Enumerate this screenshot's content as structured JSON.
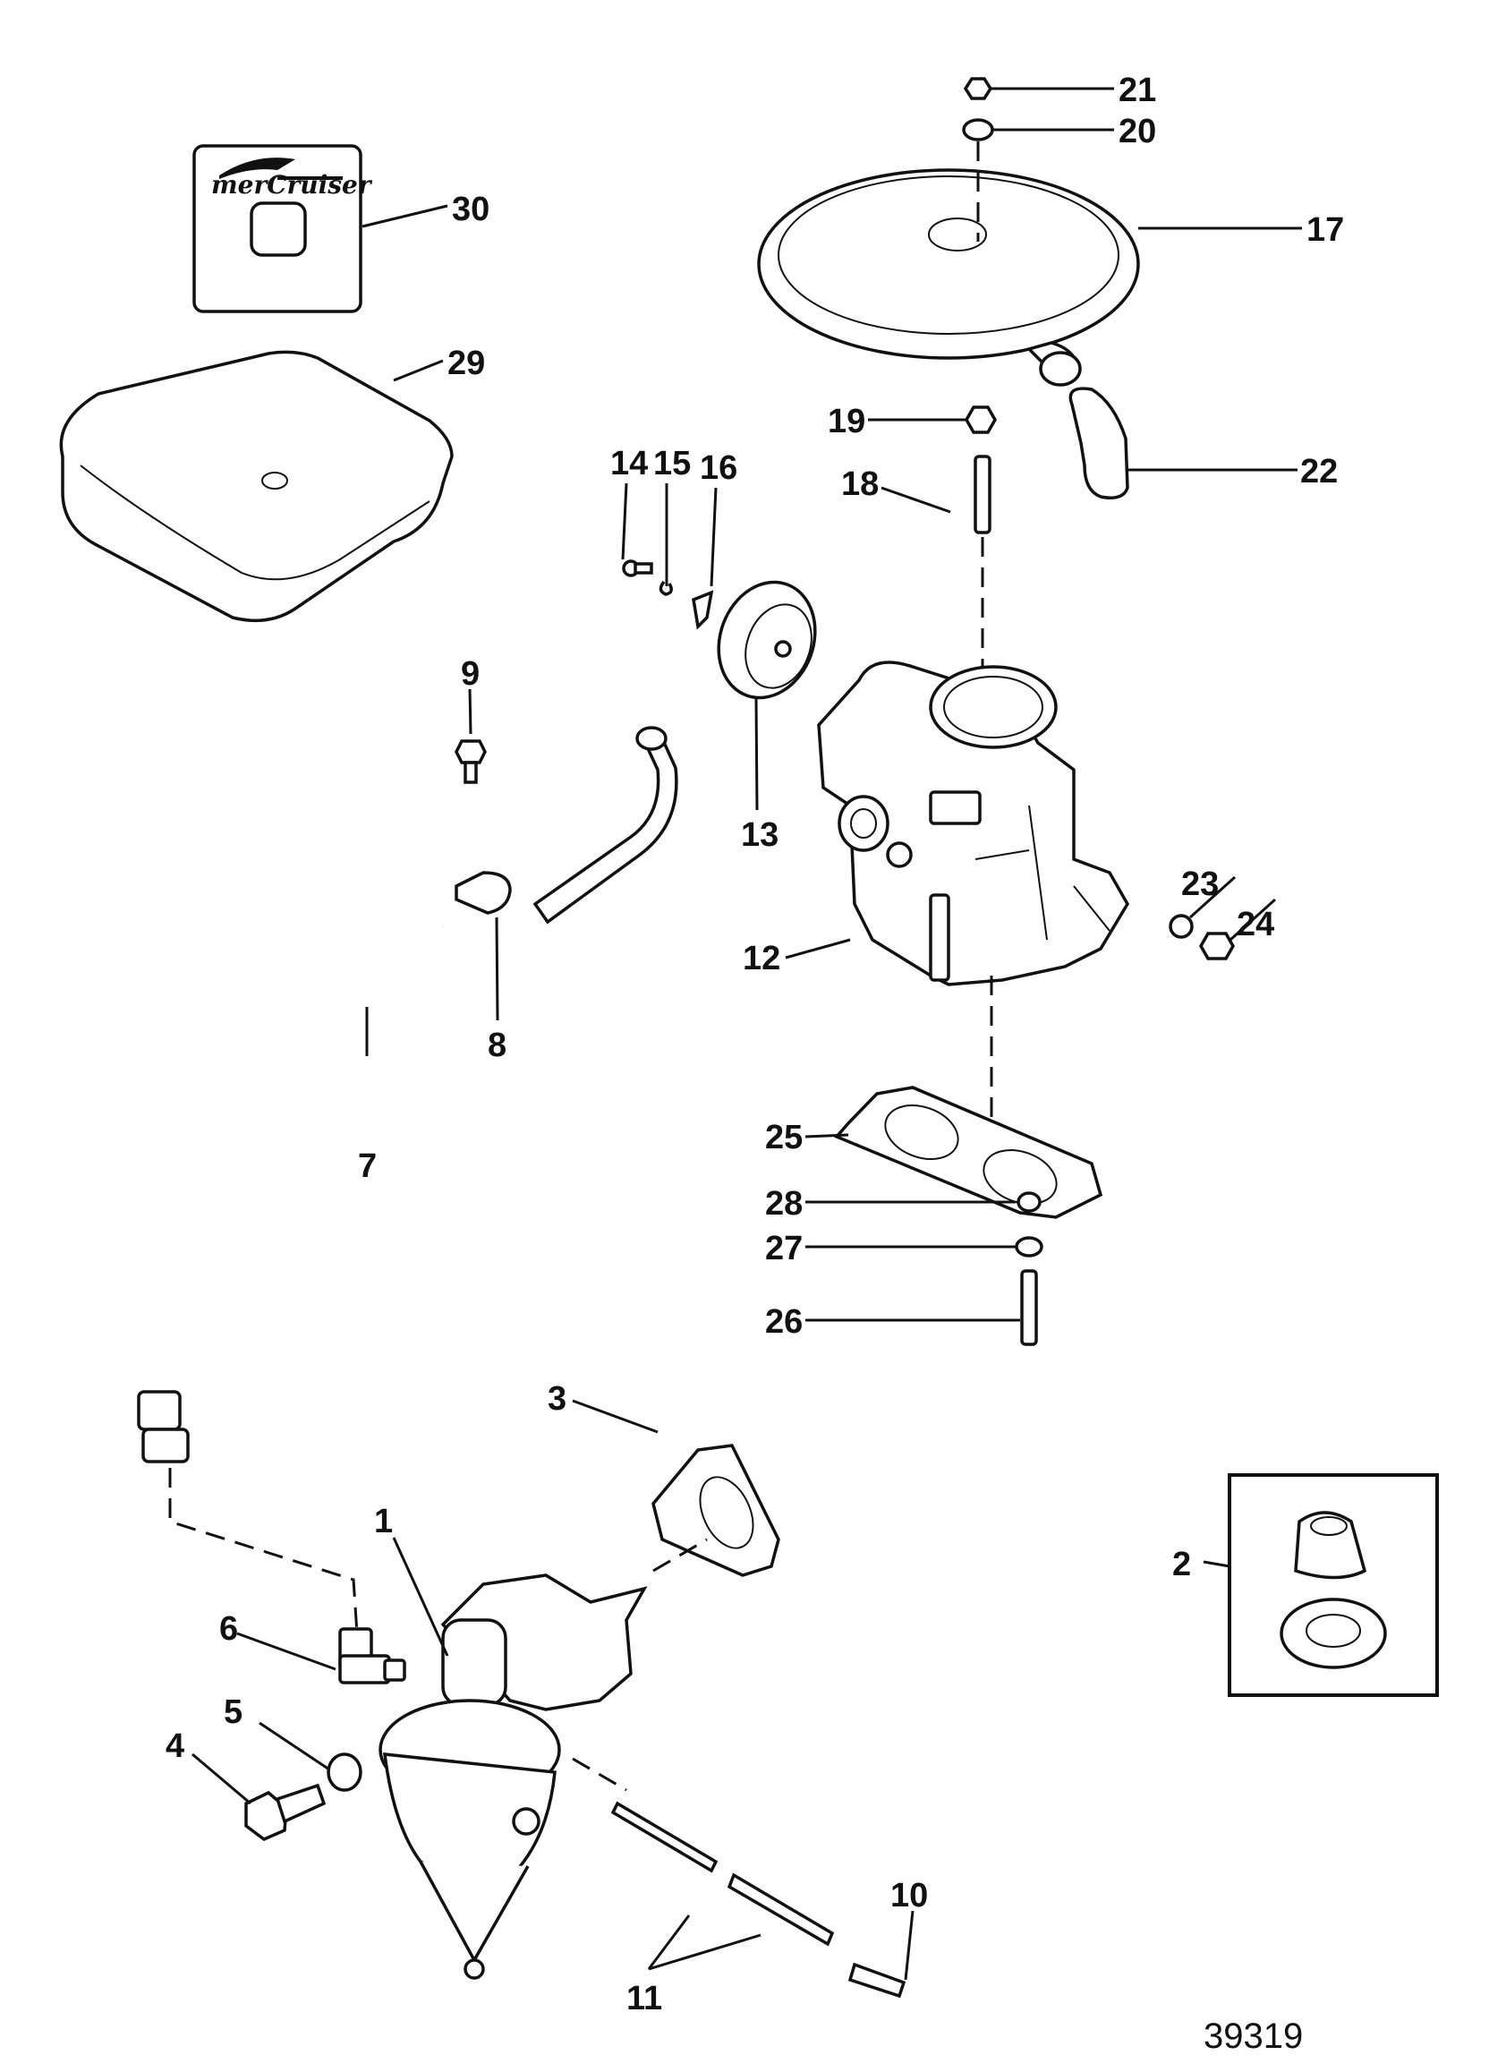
{
  "diagram": {
    "brand_text": "merCruiser",
    "figure_number": "39319",
    "callouts": [
      {
        "id": "1",
        "label": "1"
      },
      {
        "id": "2",
        "label": "2"
      },
      {
        "id": "3",
        "label": "3"
      },
      {
        "id": "4",
        "label": "4"
      },
      {
        "id": "5",
        "label": "5"
      },
      {
        "id": "6",
        "label": "6"
      },
      {
        "id": "7",
        "label": "7"
      },
      {
        "id": "8",
        "label": "8"
      },
      {
        "id": "9",
        "label": "9"
      },
      {
        "id": "10",
        "label": "10"
      },
      {
        "id": "11",
        "label": "11"
      },
      {
        "id": "12",
        "label": "12"
      },
      {
        "id": "13",
        "label": "13"
      },
      {
        "id": "14",
        "label": "14"
      },
      {
        "id": "15",
        "label": "15"
      },
      {
        "id": "16",
        "label": "16"
      },
      {
        "id": "17",
        "label": "17"
      },
      {
        "id": "18",
        "label": "18"
      },
      {
        "id": "19",
        "label": "19"
      },
      {
        "id": "20",
        "label": "20"
      },
      {
        "id": "21",
        "label": "21"
      },
      {
        "id": "22",
        "label": "22"
      },
      {
        "id": "23",
        "label": "23"
      },
      {
        "id": "24",
        "label": "24"
      },
      {
        "id": "25",
        "label": "25"
      },
      {
        "id": "26",
        "label": "26"
      },
      {
        "id": "27",
        "label": "27"
      },
      {
        "id": "28",
        "label": "28"
      },
      {
        "id": "29",
        "label": "29"
      },
      {
        "id": "30",
        "label": "30"
      }
    ]
  }
}
